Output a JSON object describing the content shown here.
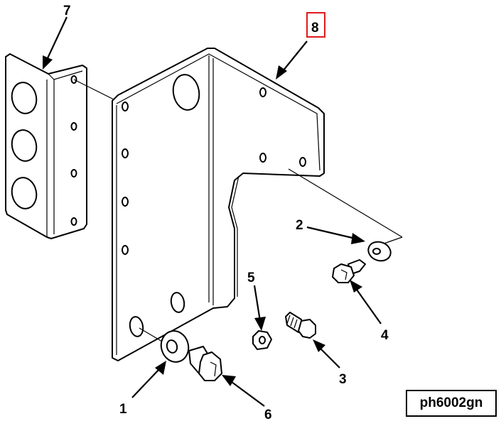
{
  "figure_id": "ph6002gn",
  "highlighted_callout": "8",
  "highlight_color": "#e0191b",
  "callouts": [
    {
      "number": "1",
      "part": "washer"
    },
    {
      "number": "2",
      "part": "washer"
    },
    {
      "number": "3",
      "part": "bolt"
    },
    {
      "number": "4",
      "part": "bolt"
    },
    {
      "number": "5",
      "part": "nut"
    },
    {
      "number": "6",
      "part": "bolt"
    },
    {
      "number": "7",
      "part": "angle-bracket"
    },
    {
      "number": "8",
      "part": "mounting-bracket"
    }
  ]
}
